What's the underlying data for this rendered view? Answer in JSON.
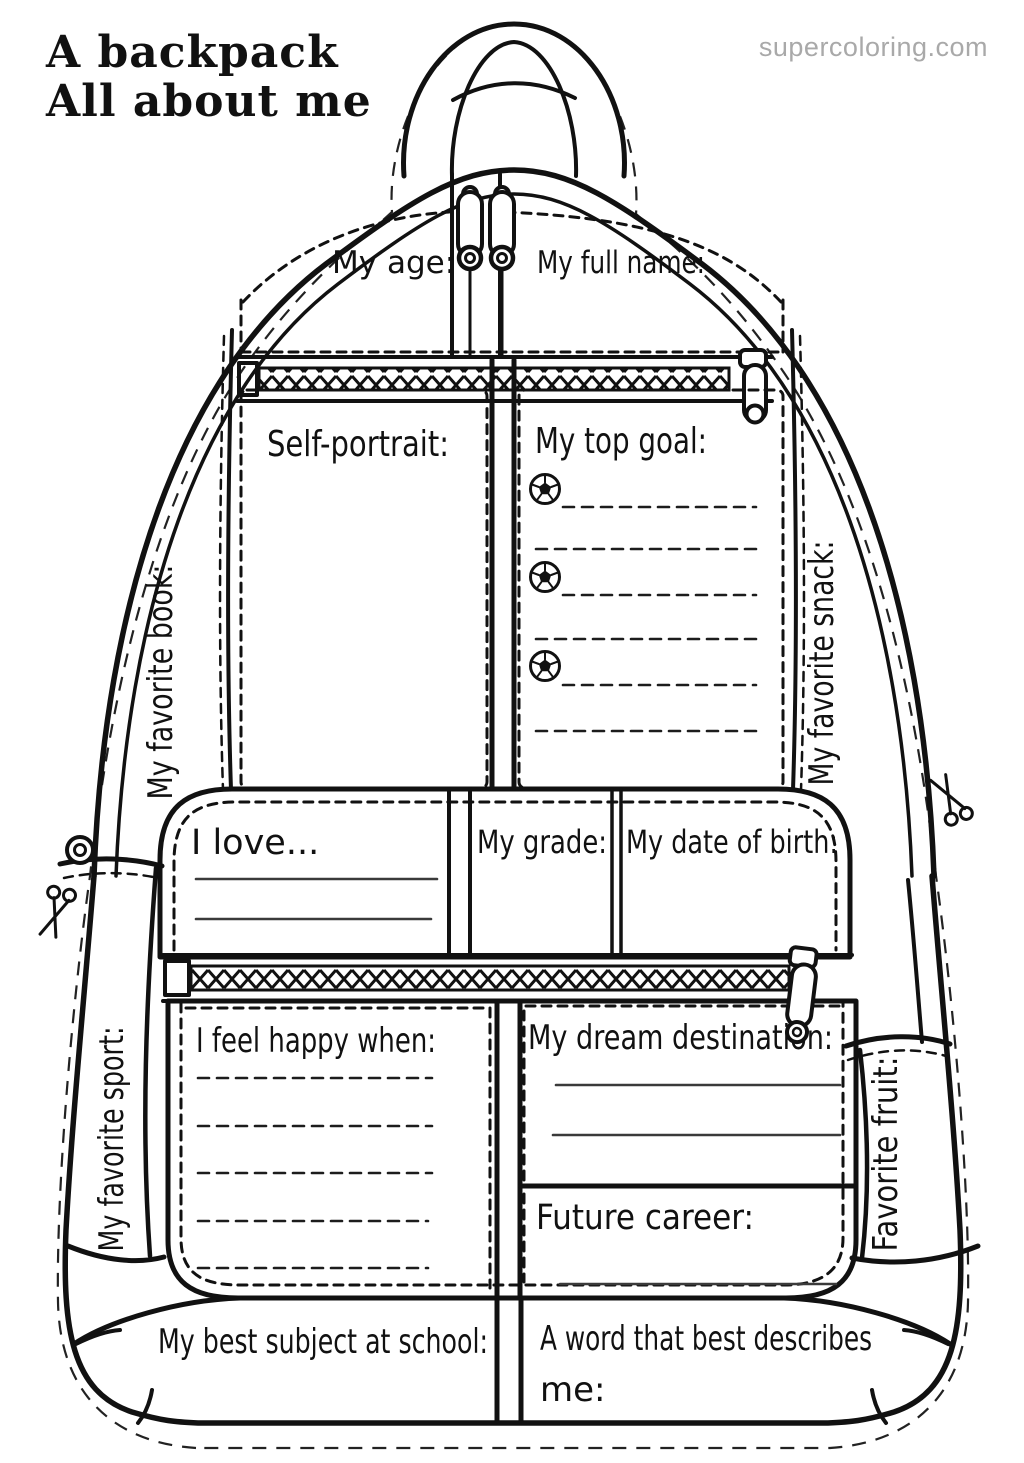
{
  "page": {
    "title_line1": "A backpack",
    "title_line2": "All about me",
    "watermark": "supercoloring.com"
  },
  "colors": {
    "ink": "#111111",
    "watermark_gray": "#a9a9a9",
    "write_line": "#3a3a3a"
  },
  "icons": {
    "soccer_ball": "⚽",
    "scissors": "✂"
  },
  "labels": {
    "my_age": "My age:",
    "my_full_name": "My full name:",
    "self_portrait": "Self-portrait:",
    "my_top_goal": "My top goal:",
    "my_favorite_book": "My favorite book:",
    "my_favorite_snack": "My favorite snack:",
    "i_love": "I love...",
    "my_grade": "My grade:",
    "my_date_of_birth": "My date of birth:",
    "i_feel_happy_when": "I feel happy when:",
    "my_dream_destination": "My dream destination:",
    "future_career": "Future career:",
    "my_favorite_sport": "My favorite sport:",
    "favorite_fruit": "Favorite fruit:",
    "my_best_subject": "My best subject at school:",
    "word_that_describes_line1": "A word that best describes",
    "word_that_describes_line2": "me:"
  }
}
